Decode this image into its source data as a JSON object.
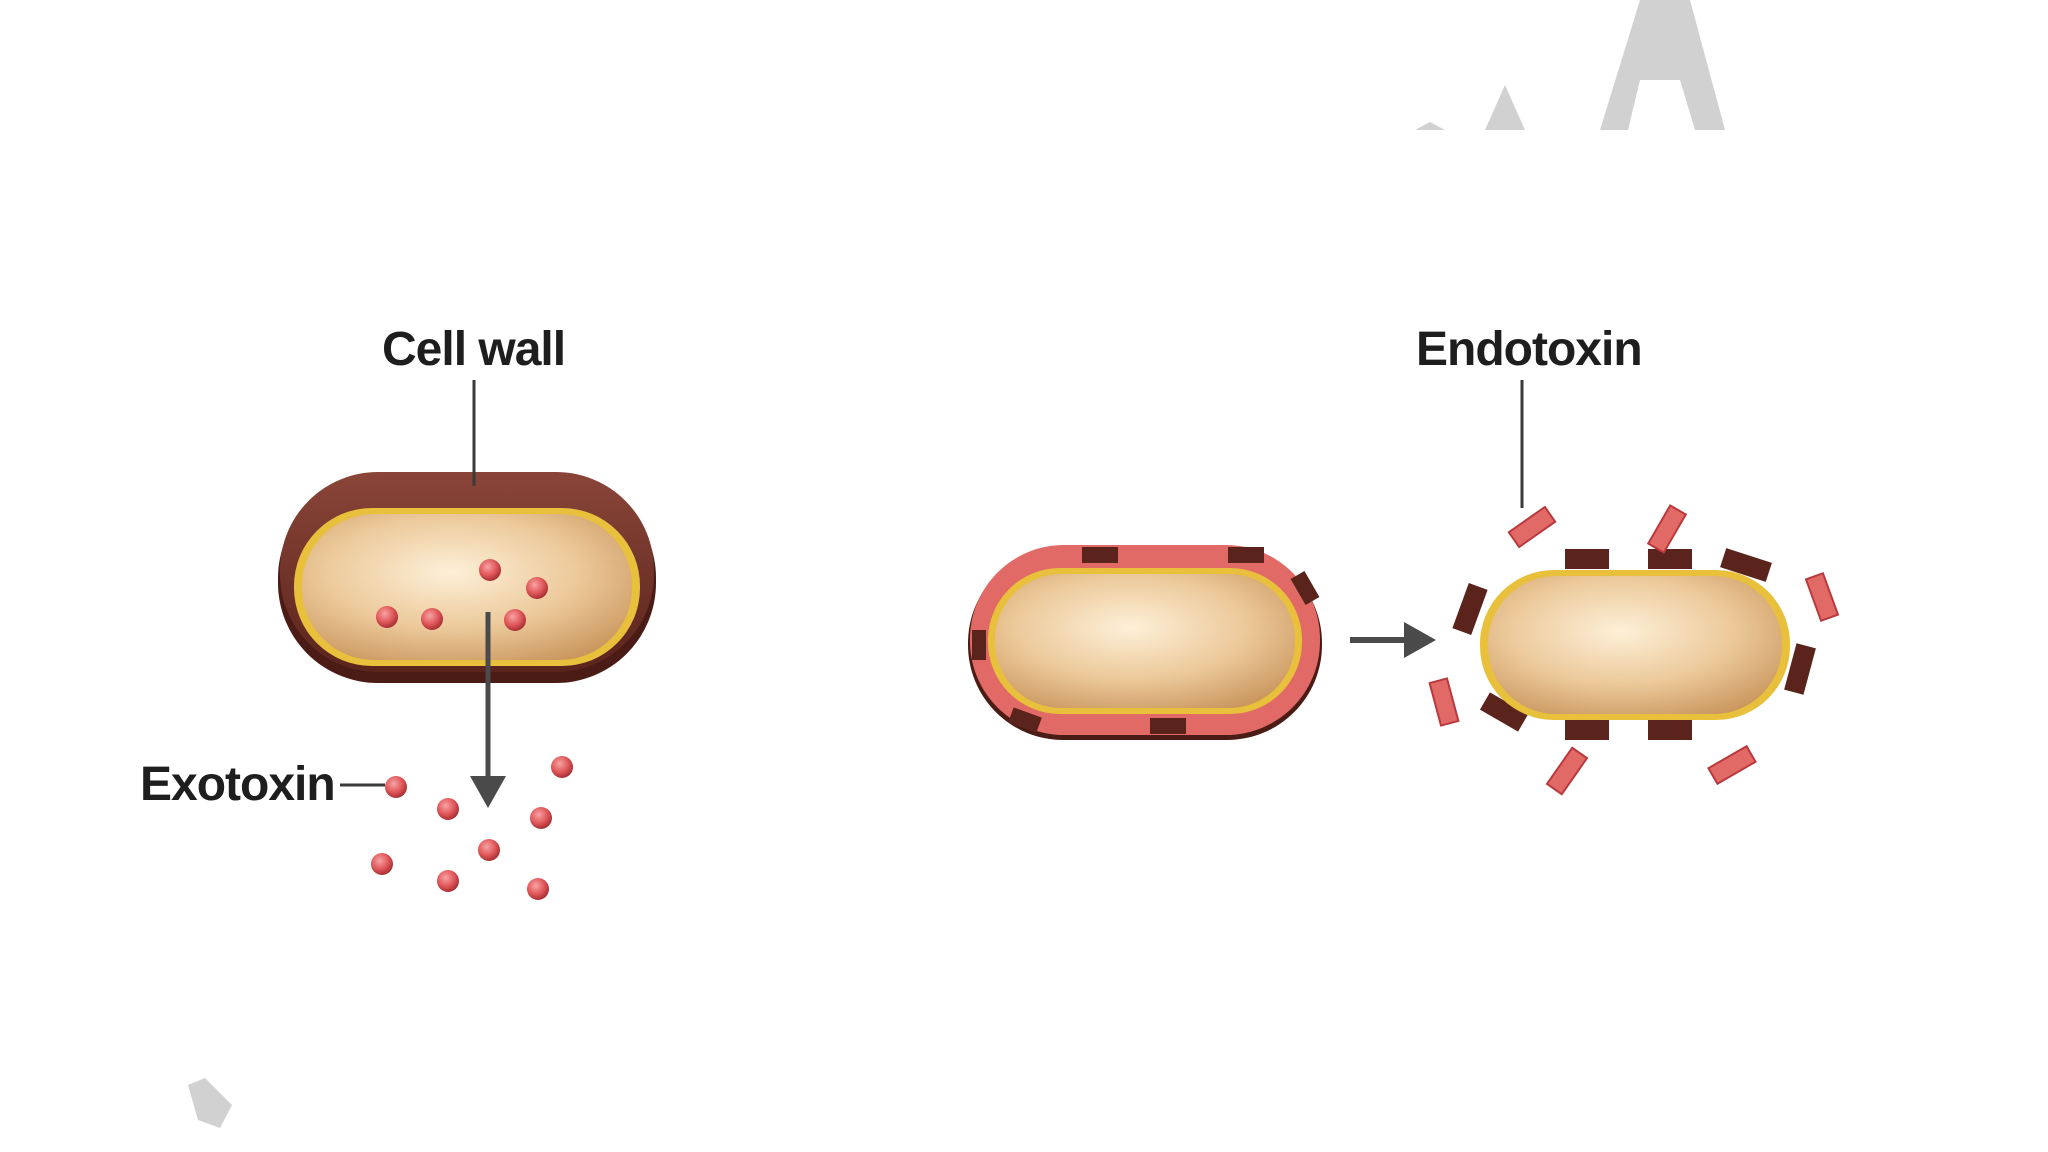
{
  "labels": {
    "cell_wall": "Cell wall",
    "exotoxin": "Exotoxin",
    "endotoxin": "Endotoxin"
  },
  "colors": {
    "background": "#ffffff",
    "cell_wall": "#6b2f26",
    "membrane": "#e8c03c",
    "cytoplasm_light": "#fbe7c7",
    "cytoplasm_dark": "#d2a26a",
    "toxin": "#e0575a",
    "toxin_dark": "#b9393d",
    "arrow": "#4a4a4a",
    "label_text": "#1e1e1e"
  },
  "watermark": {
    "present": true,
    "note": "partial grey watermark letter in top-right corner and small grey mark bottom-left"
  }
}
